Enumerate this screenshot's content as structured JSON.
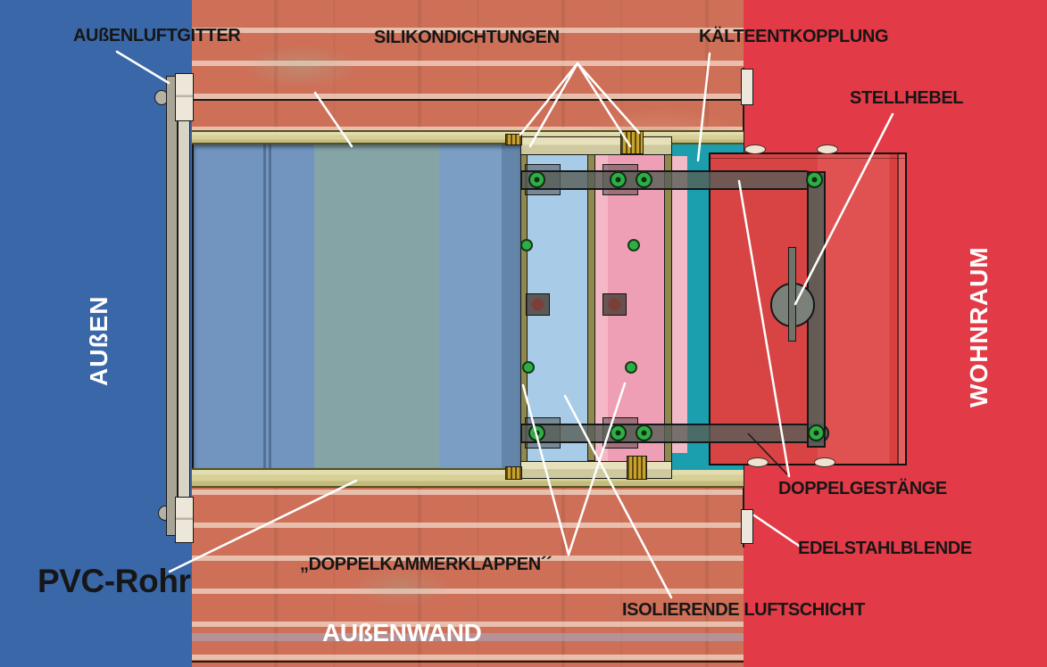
{
  "scene": {
    "outside_area_label": "AUßEN",
    "living_room_area_label": "WOHNRAUM",
    "wall_area_label": "AUßENWAND"
  },
  "callouts": {
    "outer_air_grille": "AUßENLUFTGITTER",
    "silicone_seals": "SILIKONDICHTUNGEN",
    "cold_decoupling": "KÄLTEENTKOPPLUNG",
    "adjusting_lever": "STELLHEBEL",
    "double_linkage": "DOPPELGESTÄNGE",
    "stainless_steel_cover": "EDELSTAHLBLENDE",
    "insulating_air_layer": "ISOLIERENDE LUFTSCHICHT",
    "double_chamber_flaps": "„DOPPELKAMMERKLAPPEN´´",
    "pvc_pipe": "PVC-Rohr"
  },
  "colors": {
    "outside_blue": "#3a67a8",
    "living_room_red": "#e23b47",
    "brick_orange": "#ce7058",
    "pipe_tan": "#d6cf96",
    "cold_decoupling_teal": "#1b9fae",
    "chamber_blue": "#a8cbe7",
    "chamber_pink": "#ee9fb5",
    "pivot_green": "#2fae46",
    "leader_line_white": "#ffffff"
  }
}
